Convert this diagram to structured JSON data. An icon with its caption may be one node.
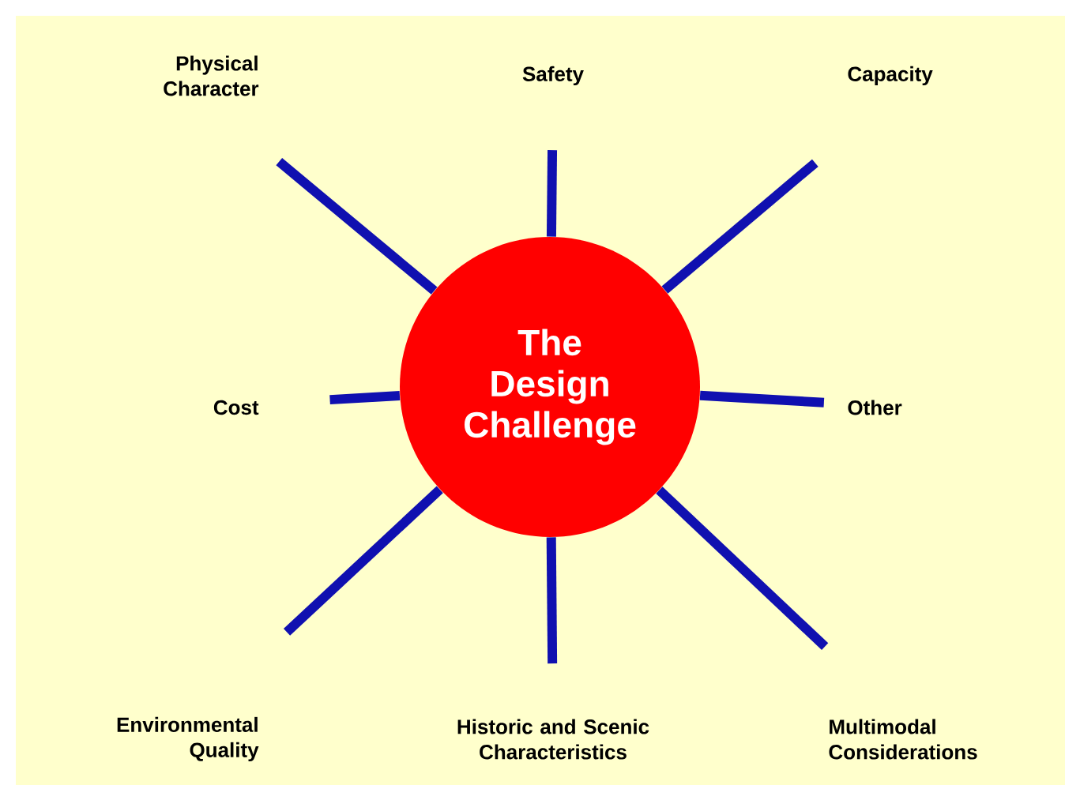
{
  "diagram": {
    "nodes": [
      {
        "text": [
          "The Design Challenge"
        ]
      },
      {
        "text": [
          "Physical Character"
        ]
      },
      {
        "text": [
          "Safety"
        ]
      },
      {
        "text": [
          "Capacity"
        ]
      },
      {
        "text": [
          "Cost"
        ]
      },
      {
        "text": [
          "Other"
        ]
      },
      {
        "text": [
          "Environmental Quality"
        ]
      },
      {
        "text": [
          "Historic and Scenic Characteristics"
        ]
      },
      {
        "text": [
          "Multimodal Considerations"
        ]
      }
    ],
    "edges": [
      {
        "from": 0,
        "to": 1,
        "arrow": "none"
      },
      {
        "from": 0,
        "to": 2,
        "arrow": "none"
      },
      {
        "from": 0,
        "to": 3,
        "arrow": "none"
      },
      {
        "from": 0,
        "to": 4,
        "arrow": "none"
      },
      {
        "from": 0,
        "to": 5,
        "arrow": "none"
      },
      {
        "from": 0,
        "to": 6,
        "arrow": "none"
      },
      {
        "from": 0,
        "to": 7,
        "arrow": "none"
      },
      {
        "from": 0,
        "to": 8,
        "arrow": "none"
      }
    ]
  }
}
